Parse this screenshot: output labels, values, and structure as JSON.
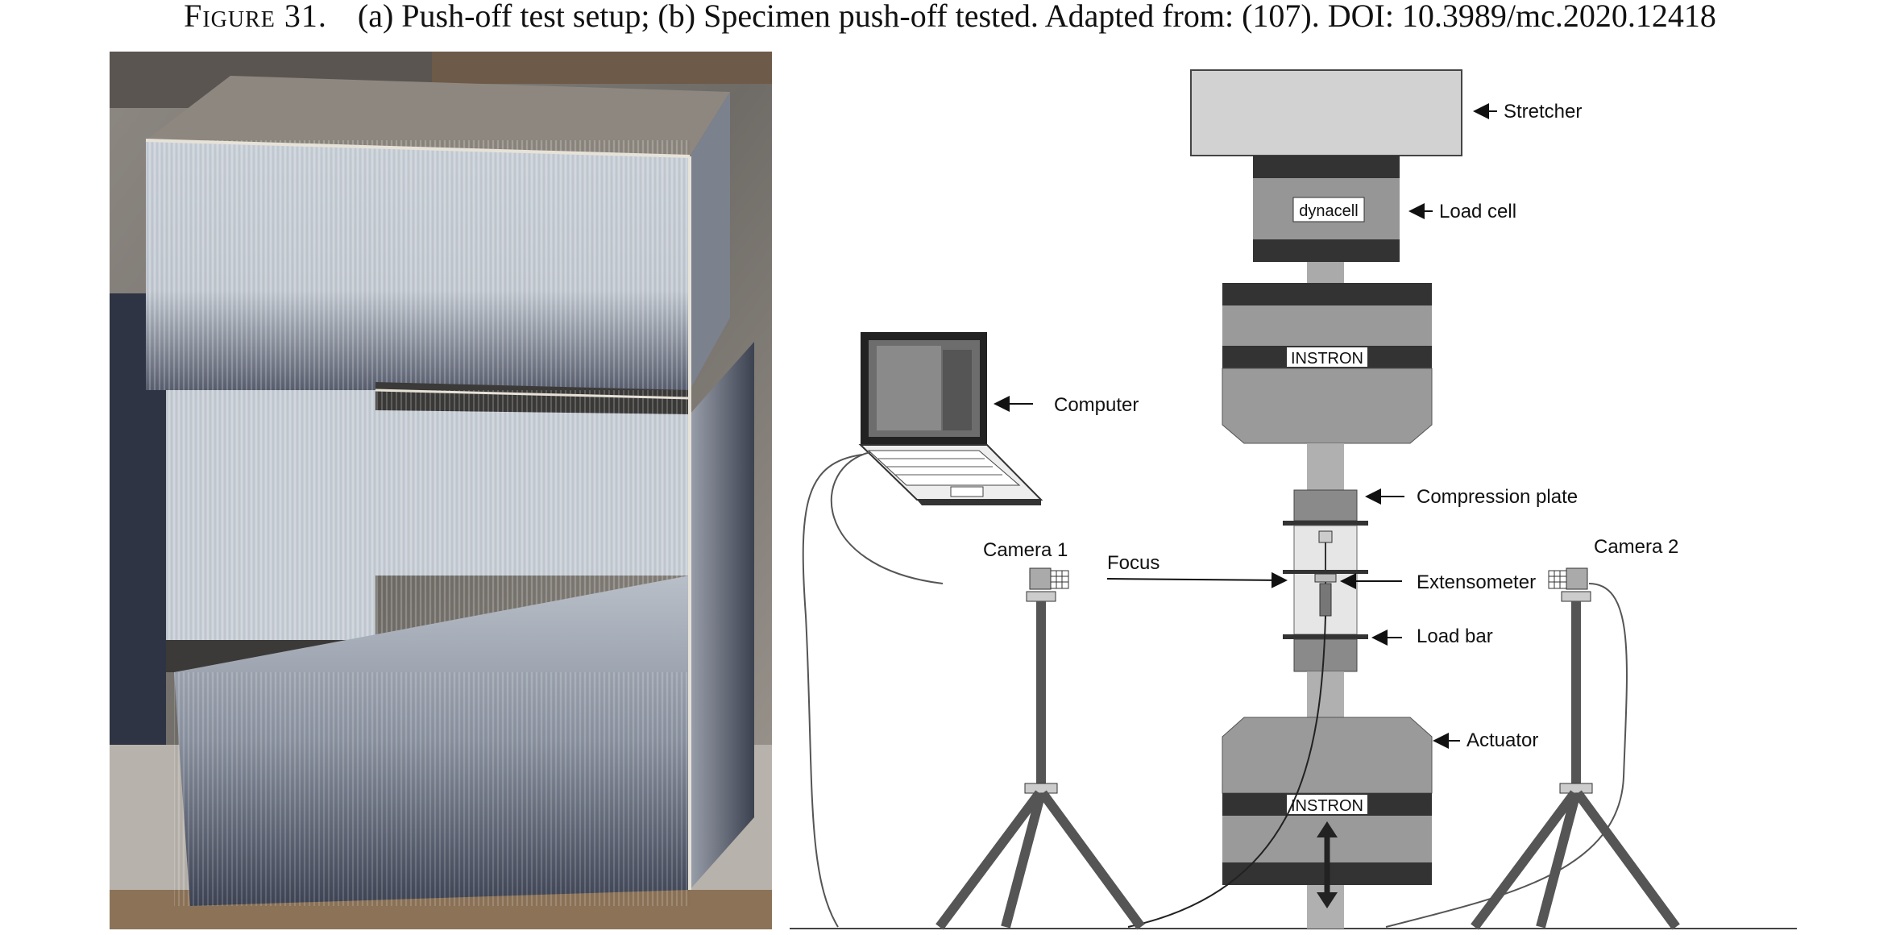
{
  "caption": {
    "figure_label": "Figure 31.",
    "text": "(a) Push-off test setup; (b) Specimen push-off tested. Adapted from: (107). DOI: 10.3989/mc.2020.12418"
  },
  "photo": {
    "subject": "push-off concrete specimen photograph"
  },
  "diagram": {
    "labels": {
      "stretcher": "Stretcher",
      "load_cell": "Load cell",
      "dynacell": "dynacell",
      "instron_top": "INSTRON",
      "computer": "Computer",
      "compression_plate": "Compression plate",
      "camera1": "Camera 1",
      "focus": "Focus",
      "extensometer": "Extensometer",
      "camera2": "Camera 2",
      "load_bar": "Load bar",
      "actuator": "Actuator",
      "instron_bottom": "INSTRON"
    }
  }
}
